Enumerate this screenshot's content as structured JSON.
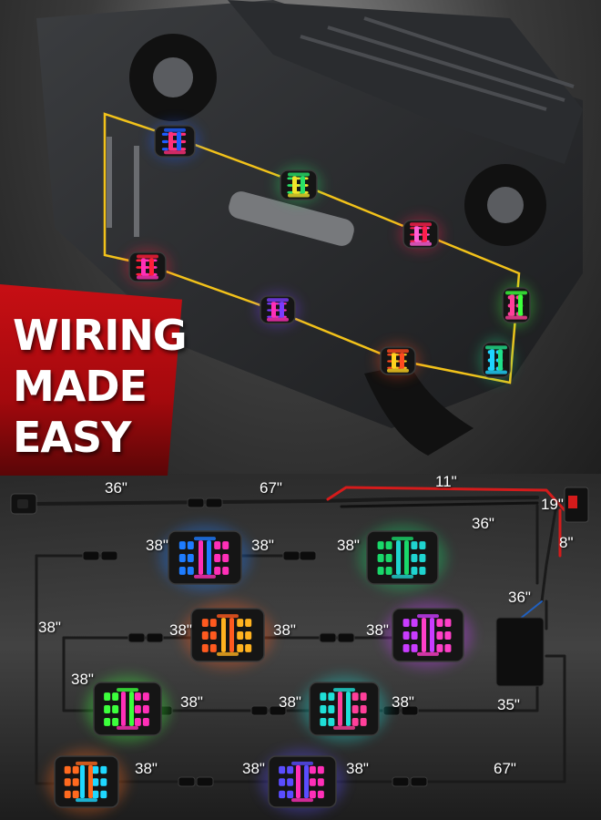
{
  "headline": {
    "line1": "WIRING",
    "line2": "MADE",
    "line3": "EASY"
  },
  "colors": {
    "headline_bg": "#c70f14",
    "wire_main": "#1a1a1a",
    "wire_power": "#d51b1b",
    "vehicle_wire": "#f2c21a"
  },
  "cable_lengths": {
    "switch_lead": "36\"",
    "controller_lead": "67\"",
    "battery_red": "11\"",
    "battery_black": "19\"",
    "fuse_lead": "8\"",
    "ground_lead": "36\"",
    "controller_side": "36\"",
    "pod_row1_left_in": "38\"",
    "pod_row1_left_out": "38\"",
    "pod_row1_right_in": "38\"",
    "loop_left": "38\"",
    "pod_row2_left_in": "38\"",
    "pod_row2_left_out": "38\"",
    "pod_row2_right_in": "38\"",
    "loop_left_inner": "38\"",
    "pod_row3_left_out": "38\"",
    "pod_row3_right_in": "38\"",
    "pod_row3_right_out": "38\"",
    "module_output": "35\"",
    "pod_row4_left_out": "38\"",
    "pod_row4_mid_in": "38\"",
    "pod_row4_mid_out": "38\"",
    "return_lead": "67\""
  }
}
